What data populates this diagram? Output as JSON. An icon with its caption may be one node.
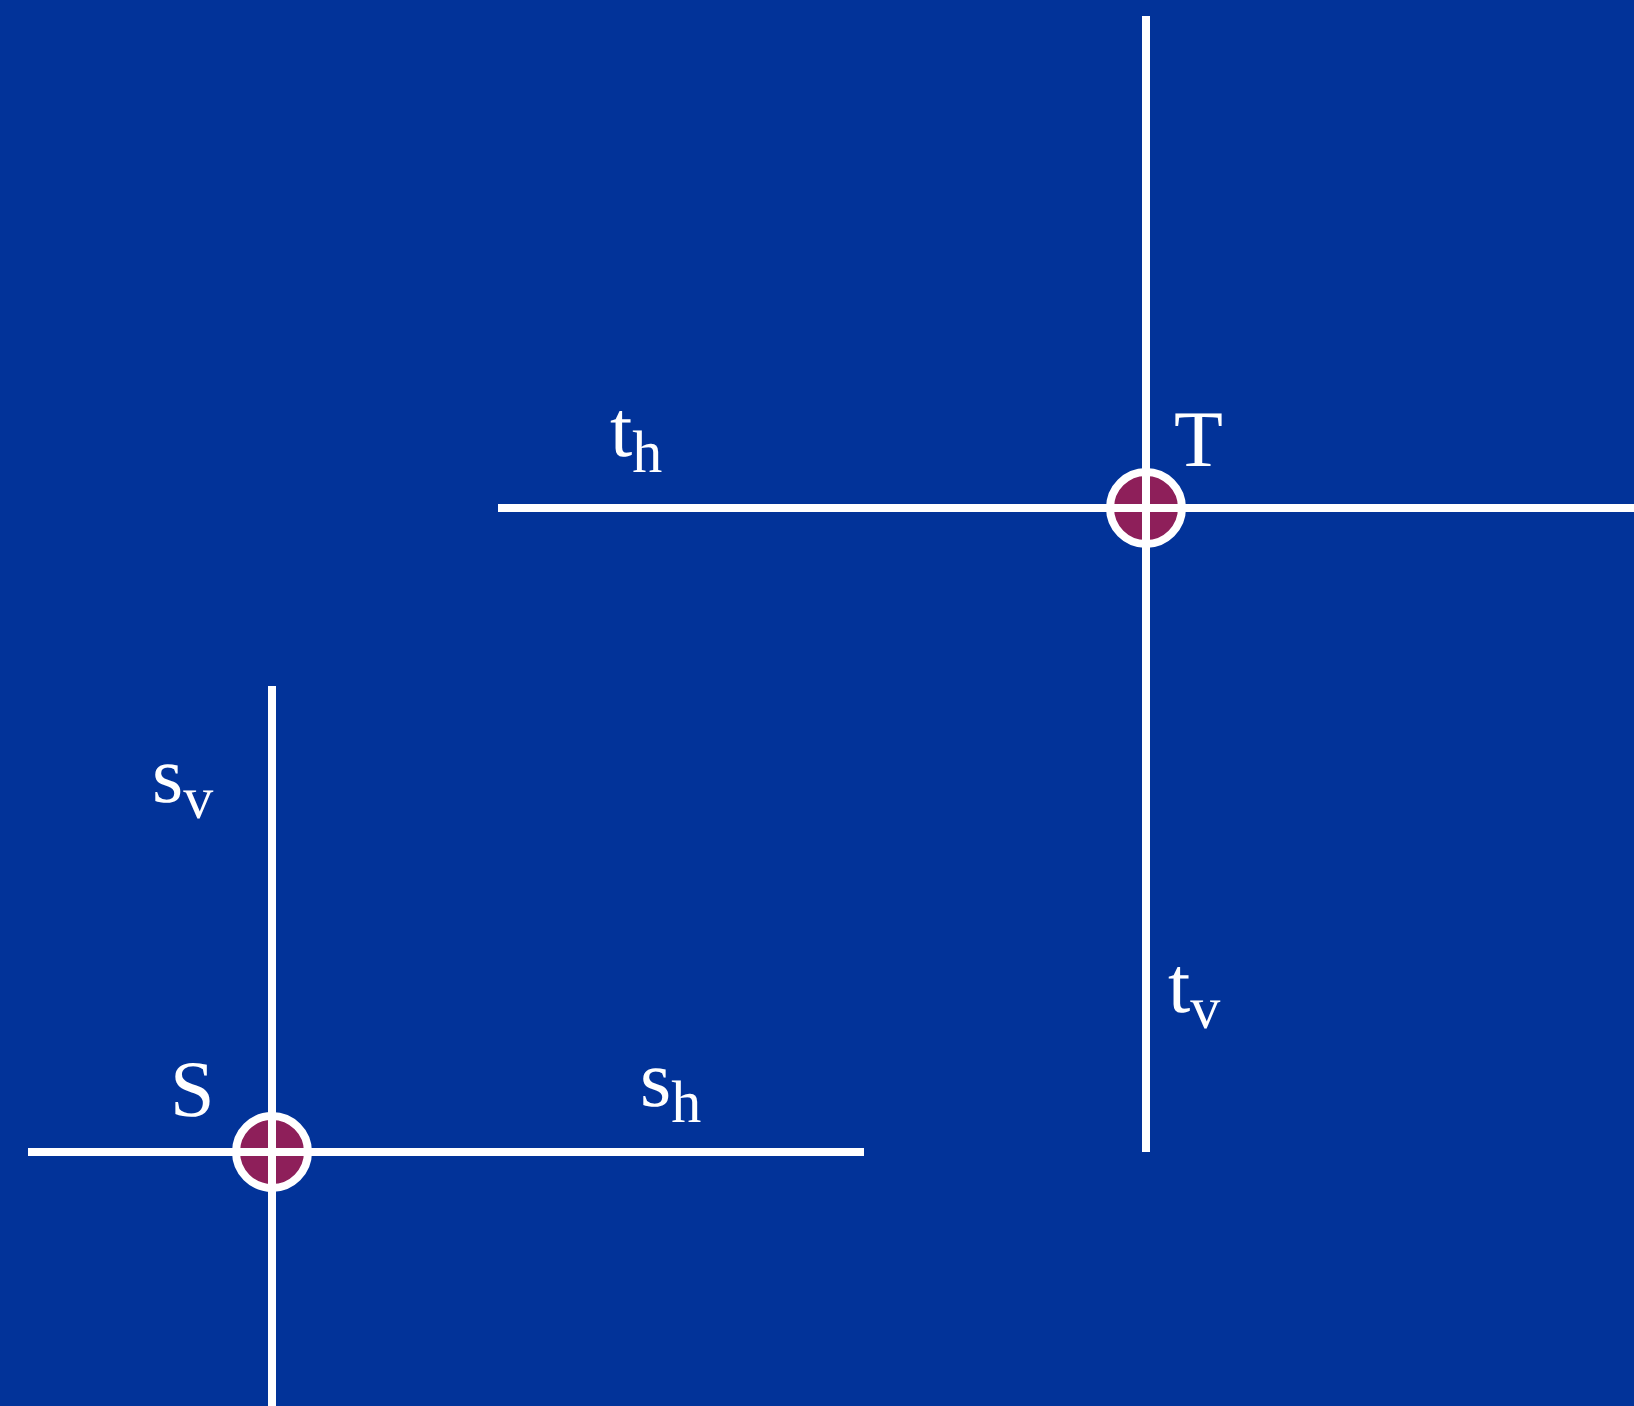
{
  "diagram": {
    "labels": [
      "t$_{h}$",
      "T",
      "s$_{v}$",
      "t$_{v}$",
      "S",
      "s$_{h}$"
    ]
  }
}
